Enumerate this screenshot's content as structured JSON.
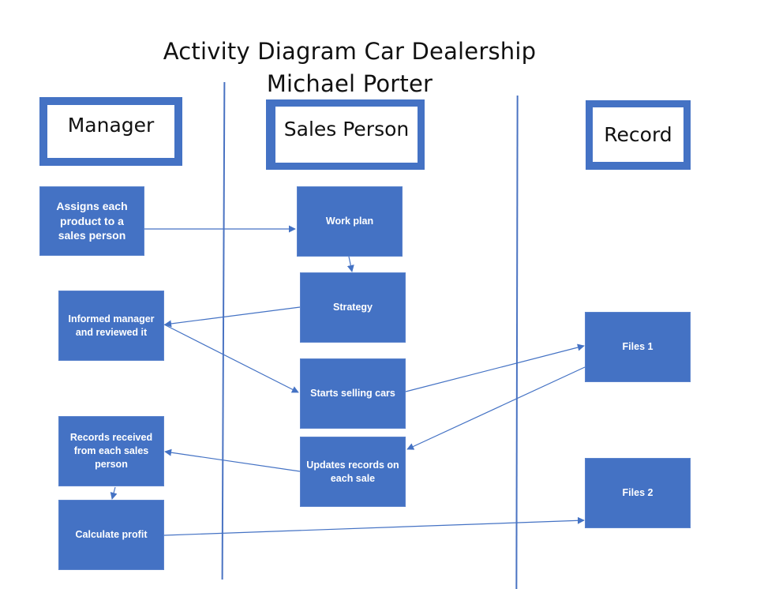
{
  "title": {
    "line1": "Activity Diagram Car Dealership",
    "line2": "Michael Porter"
  },
  "lanes": {
    "manager": "Manager",
    "sales_person": "Sales Person",
    "record": "Record"
  },
  "activities": {
    "assigns": "Assigns each product to a sales person",
    "work_plan": "Work plan",
    "strategy": "Strategy",
    "informed": "Informed manager and reviewed it",
    "starts_selling": "Starts selling cars",
    "files1": "Files 1",
    "records_received": "Records received from each sales person",
    "updates_records": "Updates records on each sale",
    "files2": "Files 2",
    "calculate_profit": "Calculate profit"
  },
  "colors": {
    "box_fill": "#4472c4",
    "arrow": "#4472c4"
  }
}
